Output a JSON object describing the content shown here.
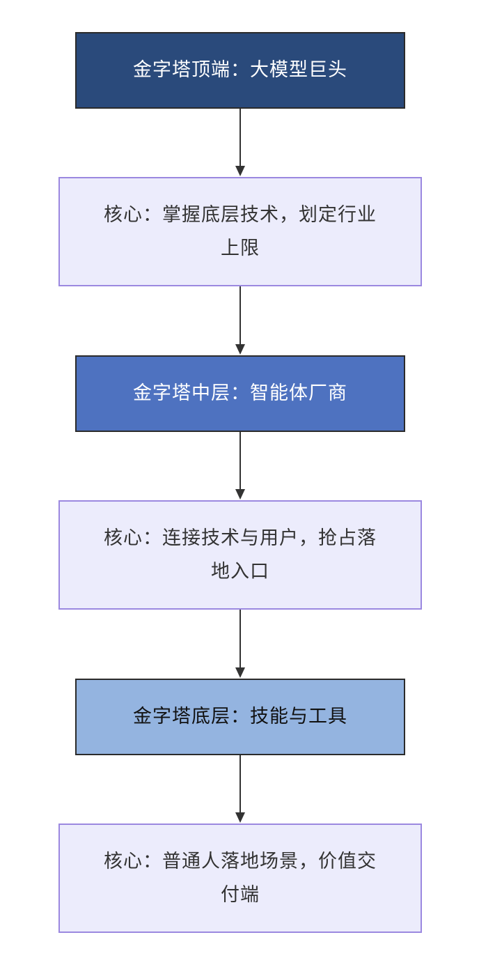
{
  "diagram": {
    "levels": [
      {
        "label": "金字塔顶端：大模型巨头",
        "fill": "#2a4a7b",
        "text_color": "#ffffff"
      },
      {
        "label": "金字塔中层：智能体厂商",
        "fill": "#4e72c0",
        "text_color": "#ffffff"
      },
      {
        "label": "金字塔底层：技能与工具",
        "fill": "#94b4e0",
        "text_color": "#111111"
      }
    ],
    "cores": [
      {
        "label": "核心：掌握底层技术，划定行业上限"
      },
      {
        "label": "核心：连接技术与用户，抢占落地入口"
      },
      {
        "label": "核心：普通人落地场景，价值交付端"
      }
    ],
    "colors": {
      "core_fill": "#ececfc",
      "core_border": "#9b88e0",
      "arrow": "#333333"
    }
  }
}
